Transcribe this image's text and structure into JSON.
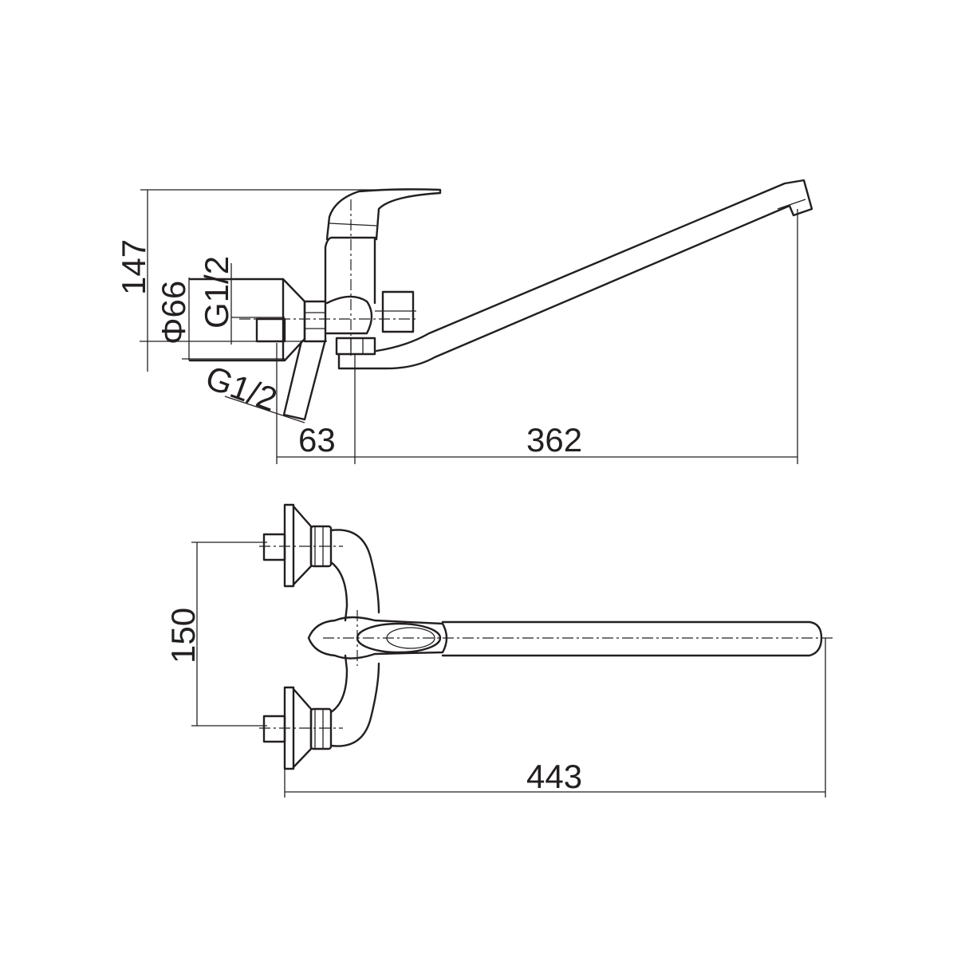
{
  "drawing": {
    "side_view": {
      "dimensions": {
        "height": "147",
        "flange_diameter": "Φ66",
        "inlet_thread_upper": "G1/2",
        "inlet_thread_lower": "G1/2",
        "wall_offset": "63",
        "spout_reach": "362"
      }
    },
    "top_view": {
      "dimensions": {
        "inlet_spacing": "150",
        "total_length": "443"
      }
    },
    "line_color": "#231f20"
  }
}
